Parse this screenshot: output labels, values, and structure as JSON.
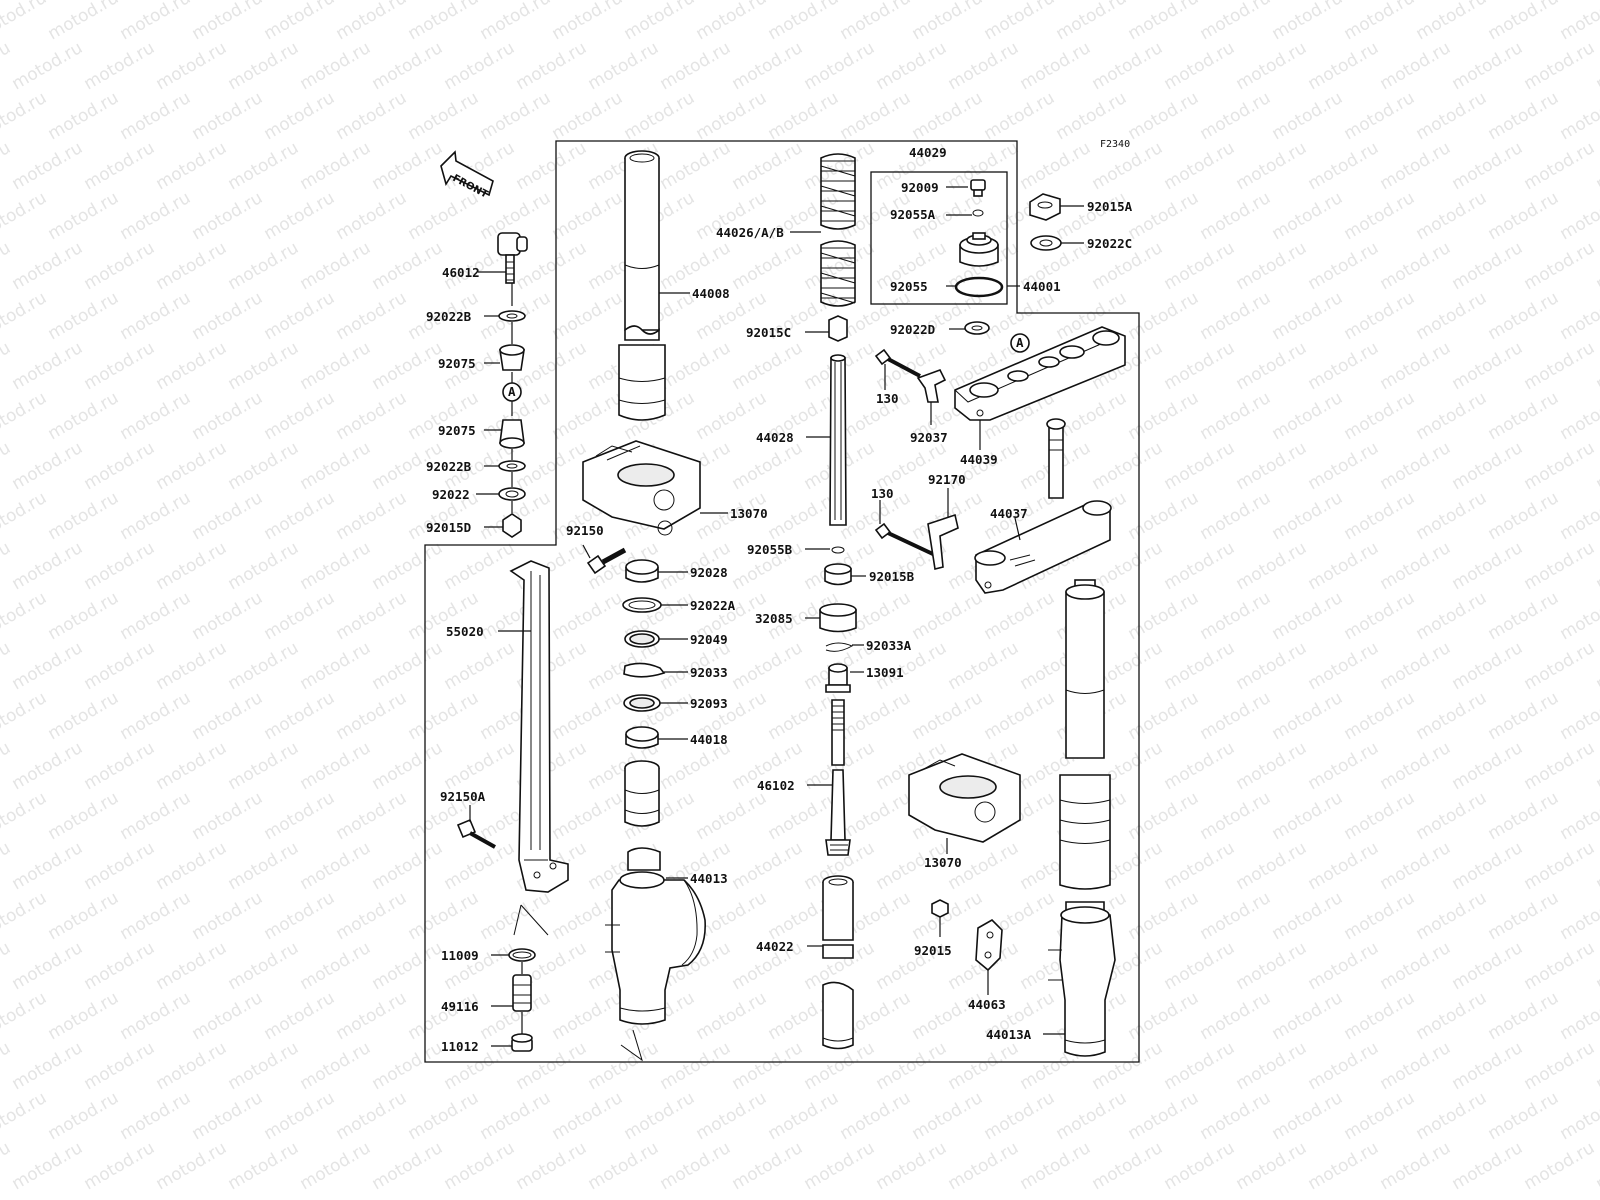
{
  "diagram_code": "F2340",
  "watermark_text": "motod.ru",
  "front_arrow_label": "FRONT",
  "subassembly_44029": "44029",
  "labels": [
    {
      "id": "44008",
      "text": "44008"
    },
    {
      "id": "44026",
      "text": "44026/A/B"
    },
    {
      "id": "92009",
      "text": "92009"
    },
    {
      "id": "92055A",
      "text": "92055A"
    },
    {
      "id": "92055",
      "text": "92055"
    },
    {
      "id": "44001",
      "text": "44001"
    },
    {
      "id": "92015A",
      "text": "92015A"
    },
    {
      "id": "92022C",
      "text": "92022C"
    },
    {
      "id": "46012",
      "text": "46012"
    },
    {
      "id": "92022B_top",
      "text": "92022B"
    },
    {
      "id": "92075_top",
      "text": "92075"
    },
    {
      "id": "A_left",
      "text": "A"
    },
    {
      "id": "92075_bot",
      "text": "92075"
    },
    {
      "id": "92022B_bot",
      "text": "92022B"
    },
    {
      "id": "92022",
      "text": "92022"
    },
    {
      "id": "92015D",
      "text": "92015D"
    },
    {
      "id": "92015C",
      "text": "92015C"
    },
    {
      "id": "92022D",
      "text": "92022D"
    },
    {
      "id": "A_right",
      "text": "A"
    },
    {
      "id": "130_top",
      "text": "130"
    },
    {
      "id": "92037",
      "text": "92037"
    },
    {
      "id": "44039",
      "text": "44039"
    },
    {
      "id": "44028",
      "text": "44028"
    },
    {
      "id": "13070_top",
      "text": "13070"
    },
    {
      "id": "92150",
      "text": "92150"
    },
    {
      "id": "92170",
      "text": "92170"
    },
    {
      "id": "130_mid",
      "text": "130"
    },
    {
      "id": "44037",
      "text": "44037"
    },
    {
      "id": "92055B",
      "text": "92055B"
    },
    {
      "id": "92015B",
      "text": "92015B"
    },
    {
      "id": "92028",
      "text": "92028"
    },
    {
      "id": "92022A",
      "text": "92022A"
    },
    {
      "id": "32085",
      "text": "32085"
    },
    {
      "id": "92049",
      "text": "92049"
    },
    {
      "id": "92033A",
      "text": "92033A"
    },
    {
      "id": "92033",
      "text": "92033"
    },
    {
      "id": "13091",
      "text": "13091"
    },
    {
      "id": "92093",
      "text": "92093"
    },
    {
      "id": "55020",
      "text": "55020"
    },
    {
      "id": "44018",
      "text": "44018"
    },
    {
      "id": "46102",
      "text": "46102"
    },
    {
      "id": "92150A",
      "text": "92150A"
    },
    {
      "id": "13070_bot",
      "text": "13070"
    },
    {
      "id": "44013",
      "text": "44013"
    },
    {
      "id": "92015",
      "text": "92015"
    },
    {
      "id": "11009",
      "text": "11009"
    },
    {
      "id": "44022",
      "text": "44022"
    },
    {
      "id": "44063",
      "text": "44063"
    },
    {
      "id": "49116",
      "text": "49116"
    },
    {
      "id": "11012",
      "text": "11012"
    },
    {
      "id": "44013A",
      "text": "44013A"
    }
  ]
}
